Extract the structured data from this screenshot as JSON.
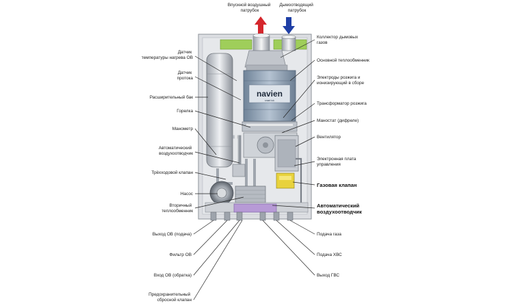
{
  "top": {
    "air_intake": [
      "Впускной воздушный",
      "патрубок"
    ],
    "flue_outlet": [
      "Дымоотводящий",
      "патрубок"
    ]
  },
  "brand": {
    "name": "navien",
    "tagline": "smart tok"
  },
  "colors": {
    "air_arrow": "#d5262c",
    "flue_arrow": "#1f3fa6",
    "casing": "#d7d9dd",
    "heat_exchanger": "#8b9fb3",
    "gas_valve": "#e8d23c",
    "bottom_plate": "#b79ad6"
  },
  "labels_left": [
    [
      "Датчик",
      "температуры нагрева ОВ"
    ],
    [
      "Датчик",
      "протока"
    ],
    [
      "Расширительный бак"
    ],
    [
      "Горелка"
    ],
    [
      "Манометр"
    ],
    [
      "Автоматический",
      "воздухоотводчик"
    ],
    [
      "Трёхходовой клапан"
    ],
    [
      "Насос"
    ],
    [
      "Вторичный",
      "теплообменник"
    ]
  ],
  "labels_right": [
    [
      "Коллектор дымовых",
      "газов"
    ],
    [
      "Основной теплообменник"
    ],
    [
      "Электроды розжига и",
      "ионизирующий в сборе"
    ],
    [
      "Трансформатор розжига"
    ],
    [
      "Маностат (дифреле)"
    ],
    [
      "Вентилятор"
    ],
    [
      "Электронная плата",
      "управления"
    ],
    [
      "Газовая клапан"
    ],
    [
      "Автоматический",
      "воздухоотводчик"
    ]
  ],
  "labels_bottom_left": [
    [
      "Выход ОВ (подача)"
    ],
    [
      "Фильтр ОВ"
    ],
    [
      "Вход ОВ (обратка)"
    ],
    [
      "Предохранительный",
      "сбросной клапан"
    ]
  ],
  "labels_bottom_right": [
    [
      "Подача газа"
    ],
    [
      "Подача ХВС"
    ],
    [
      "Выход ГВС"
    ]
  ]
}
